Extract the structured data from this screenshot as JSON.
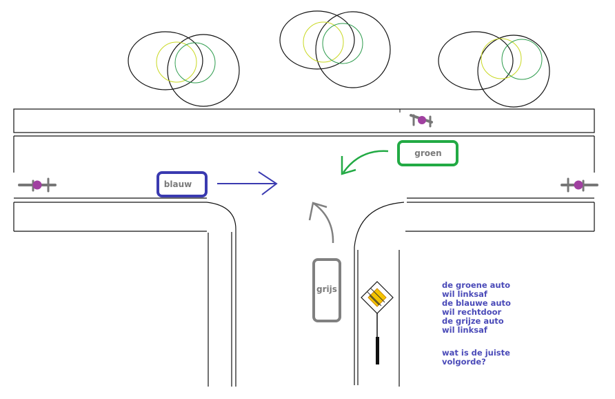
{
  "cars": {
    "green": {
      "label": "groen",
      "color": "#22aa44"
    },
    "blue": {
      "label": "blauw",
      "color": "#3a3ab0"
    },
    "grey": {
      "label": "grijs",
      "color": "#808080"
    }
  },
  "info": {
    "lines": [
      "de groene auto",
      "wil linksaf",
      "de blauwe auto",
      "wil rechtdoor",
      "de grijze auto",
      "wil linksaf"
    ],
    "question": [
      "wat is de juiste",
      "volgorde?"
    ],
    "color": "#4a4ab8"
  },
  "sign": {
    "type": "priority-road-diamond",
    "fill": "#f4c400"
  }
}
